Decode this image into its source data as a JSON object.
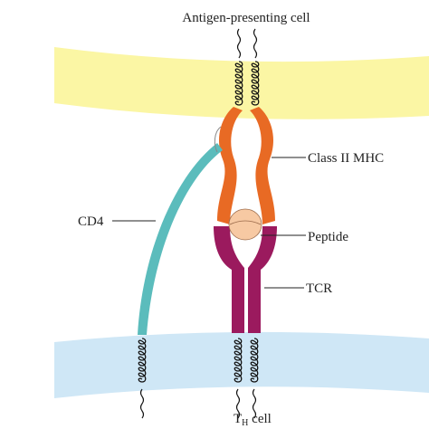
{
  "labels": {
    "top_cell": "Antigen-presenting cell",
    "class_ii_mhc": "Class II MHC",
    "cd4": "CD4",
    "peptide": "Peptide",
    "tcr": "TCR",
    "bottom_cell_main": "T",
    "bottom_cell_sub": "H",
    "bottom_cell_suffix": " cell"
  },
  "colors": {
    "apc_membrane": "#fbf6a4",
    "t_cell_membrane": "#cfe7f6",
    "mhc": "#e86a24",
    "tcr": "#9b1a5e",
    "cd4": "#5bbcbc",
    "peptide": "#f7c9a3"
  }
}
